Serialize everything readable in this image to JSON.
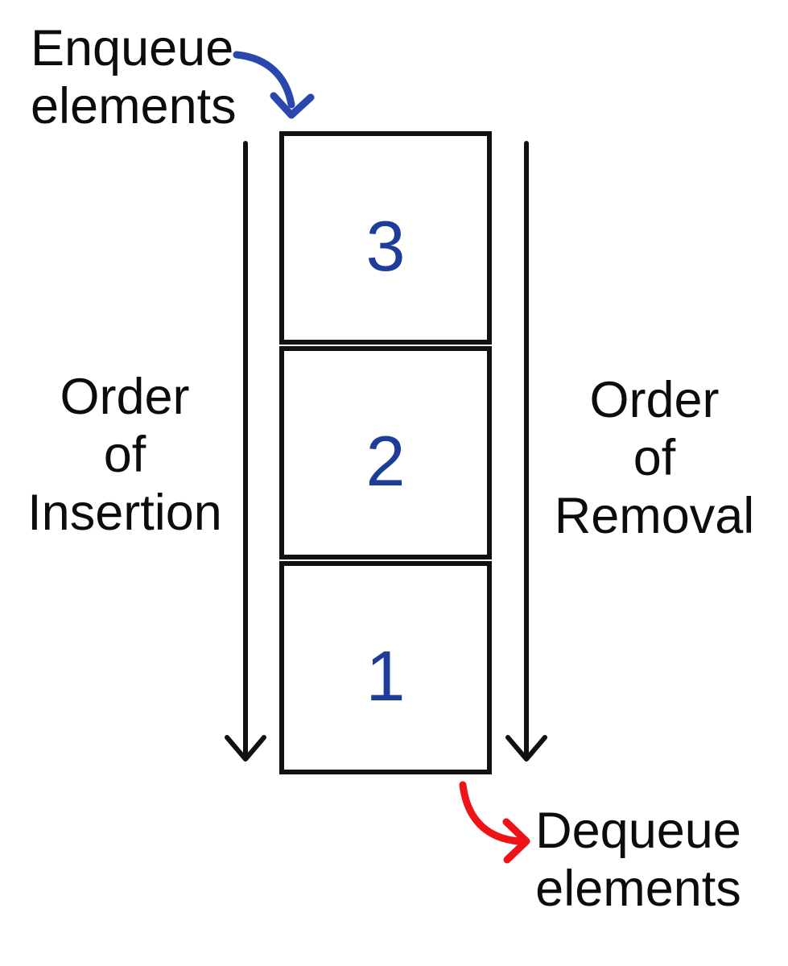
{
  "diagram": {
    "type": "queue-fifo-diagram",
    "labels": {
      "enqueue": {
        "line1": "Enqueue",
        "line2": "elements"
      },
      "dequeue": {
        "line1": "Dequeue",
        "line2": "elements"
      },
      "insertion": {
        "line1": "Order",
        "line2": "of",
        "line3": "Insertion"
      },
      "removal": {
        "line1": "Order",
        "line2": "of",
        "line3": "Removal"
      }
    },
    "queue": {
      "cells": [
        {
          "value": "3"
        },
        {
          "value": "2"
        },
        {
          "value": "1"
        }
      ]
    },
    "colors": {
      "line_black": "#111111",
      "enqueue_arrow_blue": "#2a47ad",
      "number_blue": "#1e3d99",
      "dequeue_arrow_red": "#ef1216"
    }
  }
}
